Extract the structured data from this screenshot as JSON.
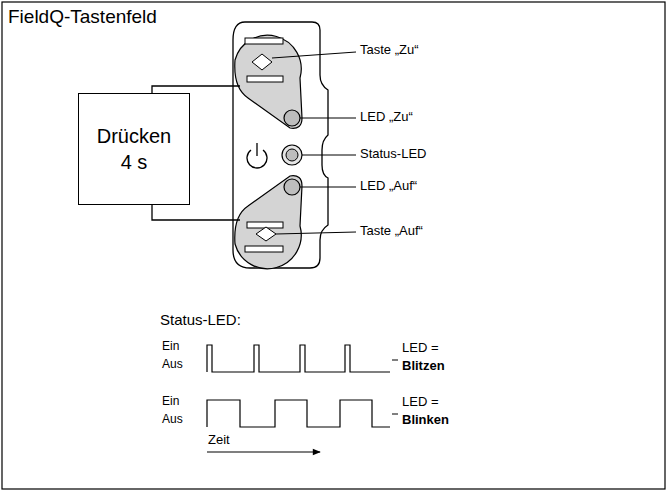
{
  "diagram": {
    "title": "FieldQ-Tastenfeld",
    "nodes": [
      {
        "text": [
          "Drücken 4 s"
        ]
      }
    ],
    "labels": [
      "Taste „Zu“",
      "LED „Zu“",
      "Status-LED",
      "LED „Auf“",
      "Taste „Auf“",
      "Status-LED:",
      "Ein",
      "Aus",
      "LED =",
      "Blitzen",
      "Ein",
      "Aus",
      "LED =",
      "Blinken",
      "Zeit"
    ]
  }
}
